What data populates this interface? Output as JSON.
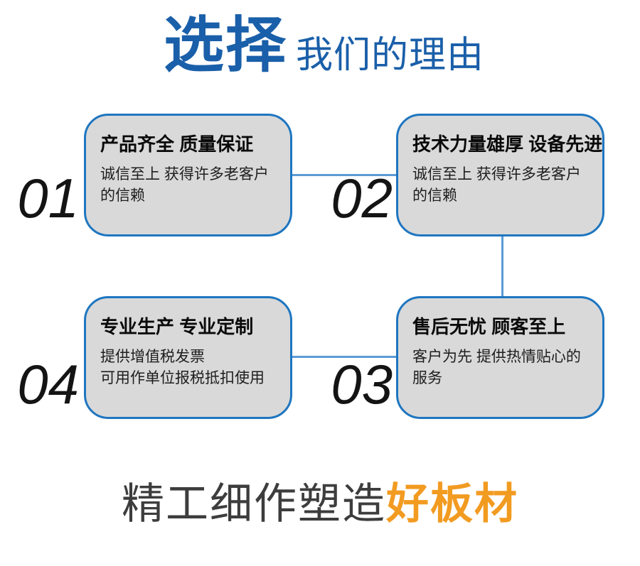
{
  "header": {
    "title_main": "选择",
    "title_rest": "我们的理由"
  },
  "reasons": [
    {
      "number": "01",
      "title": "产品齐全 质量保证",
      "desc_line1": "诚信至上 获得许多老客户",
      "desc_line2": "的信赖"
    },
    {
      "number": "02",
      "title": "技术力量雄厚 设备先进",
      "desc_line1": "诚信至上 获得许多老客户",
      "desc_line2": "的信赖"
    },
    {
      "number": "03",
      "title": "售后无忧 顾客至上",
      "desc_line1": "客户为先 提供热情贴心的",
      "desc_line2": "服务"
    },
    {
      "number": "04",
      "title": "专业生产 专业定制",
      "desc_line1": "提供增值税发票",
      "desc_line2": "可用作单位报税抵扣使用"
    }
  ],
  "footer": {
    "text_regular": "精工细作塑造",
    "text_highlight": "好板材"
  },
  "colors": {
    "title_blue": "#1a5fa9",
    "box_border": "#1e76c0",
    "box_fill": "#d9d9d9",
    "connector": "#5b9bd5",
    "number_color": "#141414",
    "footer_dark": "#3d3d3d",
    "footer_orange": "#f29b21"
  }
}
